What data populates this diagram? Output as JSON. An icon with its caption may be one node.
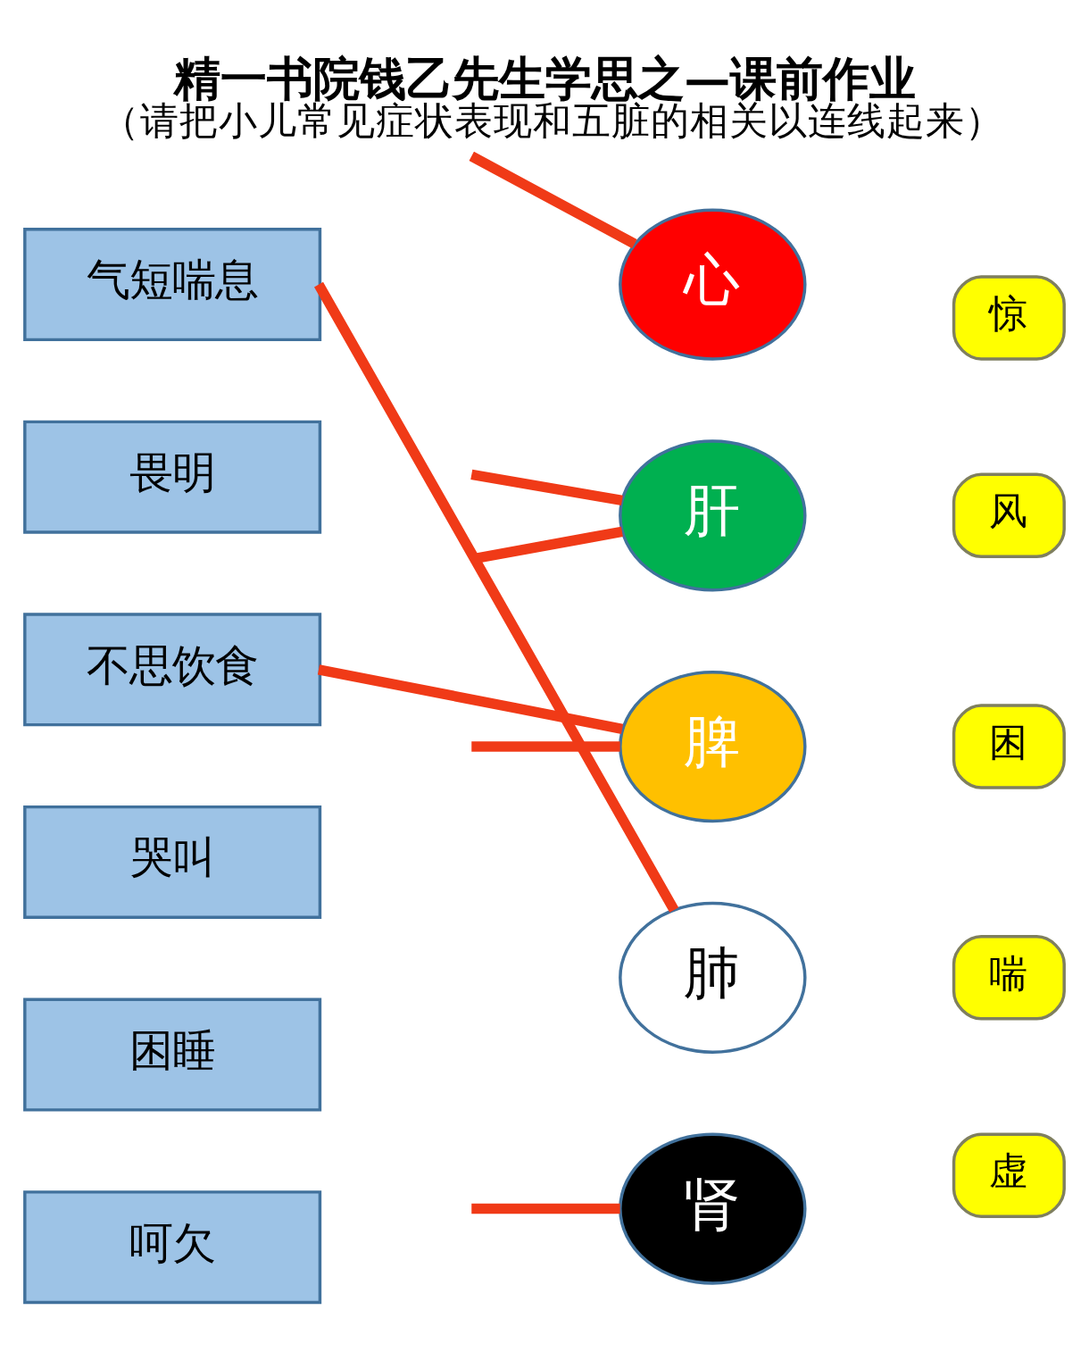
{
  "diagram": {
    "title": "精一书院钱乙先生学思之—课前作业",
    "caption": "（请把小儿常见症状表现和五脏的相关以连线起来）",
    "nodes": [
      {
        "text": [
          "气短喘息"
        ]
      },
      {
        "text": [
          "畏明"
        ]
      },
      {
        "text": [
          "不思饮食"
        ]
      },
      {
        "text": [
          "哭叫"
        ]
      },
      {
        "text": [
          "困睡"
        ]
      },
      {
        "text": [
          "呵欠"
        ]
      },
      {
        "text": [
          "心"
        ]
      },
      {
        "text": [
          "惊"
        ]
      },
      {
        "text": [
          "肝"
        ]
      },
      {
        "text": [
          "风"
        ]
      },
      {
        "text": [
          "脾"
        ]
      },
      {
        "text": [
          "困"
        ]
      },
      {
        "text": [
          "肺"
        ]
      },
      {
        "text": [
          "喘"
        ]
      },
      {
        "text": [
          "肾"
        ]
      },
      {
        "text": [
          "虚"
        ]
      }
    ],
    "edges": [
      {
        "from": 0,
        "to": 12,
        "arrow": "none"
      },
      {
        "from": 2,
        "to": 10,
        "arrow": "none"
      },
      {
        "from": null,
        "to": 14,
        "arrow": "none"
      },
      {
        "from": null,
        "to": 6,
        "arrow": "none"
      },
      {
        "from": null,
        "to": 8,
        "arrow": "none"
      },
      {
        "from": null,
        "to": 10,
        "arrow": "none"
      },
      {
        "from": null,
        "to": 8,
        "arrow": "none"
      }
    ]
  }
}
